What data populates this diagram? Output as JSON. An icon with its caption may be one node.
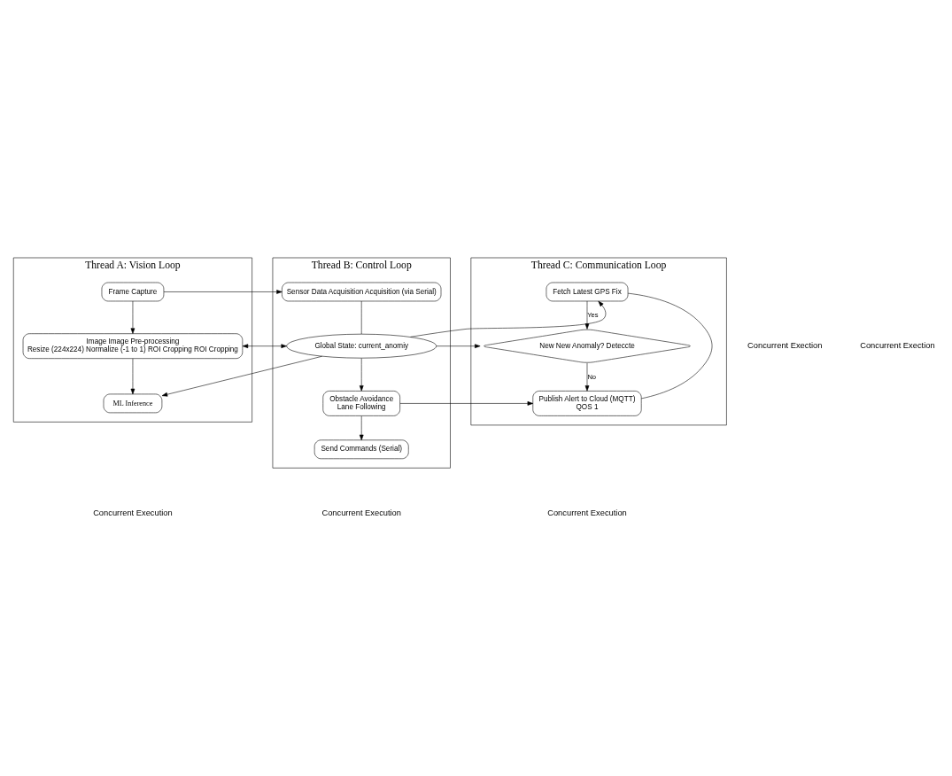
{
  "diagram": {
    "nodes": [
      {
        "text": [
          "Thread A: Vision Loop"
        ]
      },
      {
        "text": [
          "Thread B: Control Loop"
        ]
      },
      {
        "text": [
          "Thread C: Communication Loop"
        ]
      },
      {
        "text": [
          "Frame Capture"
        ],
        "in": 0
      },
      {
        "text": [
          "Image Image Pre-processing",
          "Resize (224x224) Normalize (-1 to 1) ROI Cropping ROI Cropping"
        ],
        "in": 0
      },
      {
        "text": [
          "ML Inference"
        ],
        "in": 0
      },
      {
        "text": [
          "Sensor Data Acquisition Acquisition (via Serial)"
        ],
        "in": 1
      },
      {
        "text": [
          "Global State: current_anomiy"
        ],
        "in": 1
      },
      {
        "text": [
          "Obstacle Avoidance",
          "Lane Following"
        ],
        "in": 1
      },
      {
        "text": [
          "Send Commands (Serial)"
        ],
        "in": 1
      },
      {
        "text": [
          "Fetch Latest GPS Fix"
        ],
        "in": 2
      },
      {
        "text": [
          "New New Anomaly? Deteccte"
        ],
        "in": 2
      },
      {
        "text": [
          "Publish Alert to Cloud (MQTT)",
          "QOS 1"
        ],
        "in": 2
      }
    ],
    "edges": [
      {
        "from": 3,
        "to": 4,
        "arrow": "to"
      },
      {
        "from": 4,
        "to": 5,
        "arrow": "to"
      },
      {
        "from": 3,
        "to": 6,
        "arrow": "to"
      },
      {
        "from": 6,
        "to": 7,
        "arrow": "none"
      },
      {
        "from": 4,
        "to": 7,
        "arrow": "both"
      },
      {
        "from": 7,
        "to": 5,
        "arrow": "to"
      },
      {
        "from": 7,
        "to": 8,
        "arrow": "to"
      },
      {
        "from": 7,
        "to": 10,
        "arrow": "to"
      },
      {
        "from": 7,
        "to": 11,
        "arrow": "to"
      },
      {
        "from": 8,
        "to": 9,
        "arrow": "to"
      },
      {
        "from": 8,
        "to": 12,
        "arrow": "to"
      },
      {
        "from": 10,
        "to": 11,
        "arrow": "to",
        "label": "Yes"
      },
      {
        "from": 11,
        "to": 12,
        "arrow": "to",
        "label": "No"
      },
      {
        "from": 12,
        "to": 10,
        "arrow": "none"
      }
    ],
    "labels": [
      "Concurrent Exection",
      "Concurrent Exection",
      "Concurrent Execution",
      "Concurrent Execution",
      "Concurrent Execution"
    ]
  }
}
